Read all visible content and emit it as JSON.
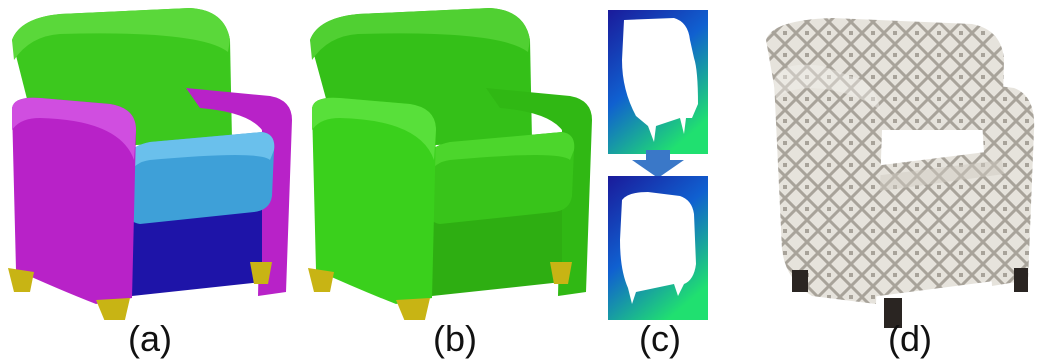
{
  "figure": {
    "captions": [
      "(a)",
      "(b)",
      "(c)",
      "(d)"
    ]
  },
  "colors": {
    "part_back": "#3cc81e",
    "part_arm": "#b822c8",
    "part_seat": "#3ea0d8",
    "part_base": "#1e14a8",
    "part_leg": "#c8b414",
    "merged_green": "#3ad01c",
    "depth_bg_top": "#1a1a9a",
    "depth_bg_bottom": "#20e070",
    "arrow": "#3a78c8",
    "fabric": "#e6e3dc",
    "fabric_pattern": "#a8a39a",
    "leg_dark": "#2a2522"
  }
}
